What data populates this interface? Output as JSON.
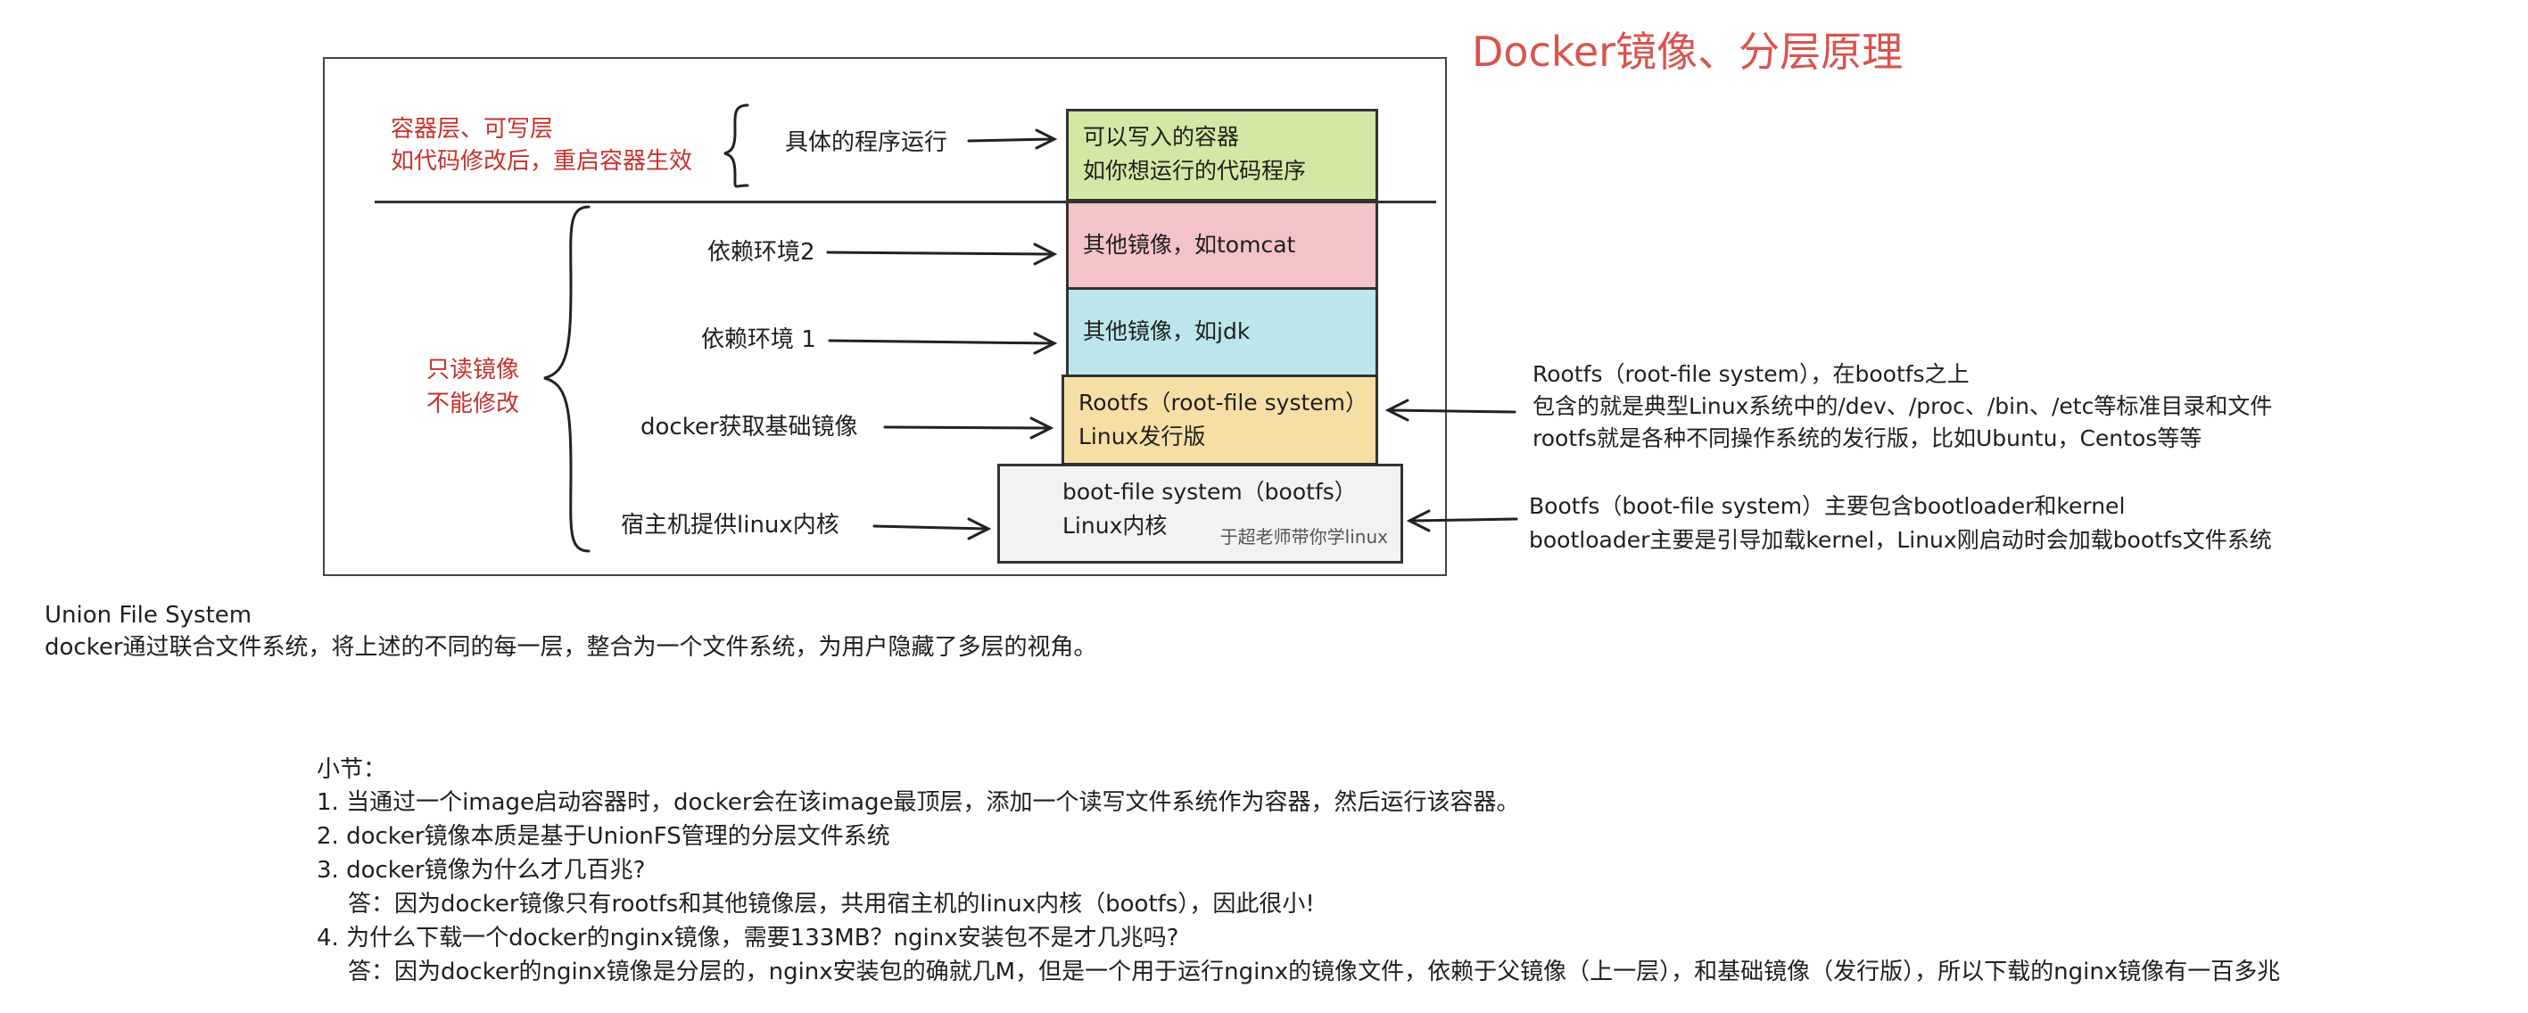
{
  "title": "Docker镜像、分层原理",
  "left_labels": {
    "container_layer_1": "容器层、可写层",
    "container_layer_2": "如代码修改后，重启容器生效",
    "readonly_1": "只读镜像",
    "readonly_2": "不能修改"
  },
  "mid_labels": {
    "run_program": "具体的程序运行",
    "dep2": "依赖环境2",
    "dep1": "依赖环境 1",
    "base_image": "docker获取基础镜像",
    "host_kernel": "宿主机提供linux内核"
  },
  "layers": {
    "writable": {
      "line1": "可以写入的容器",
      "line2": "如你想运行的代码程序",
      "color": "#d3e8a4"
    },
    "tomcat": {
      "line1": "其他镜像，如tomcat",
      "color": "#f3c3c8"
    },
    "jdk": {
      "line1": "其他镜像，如jdk",
      "color": "#bde5ec"
    },
    "rootfs": {
      "line1": "Rootfs（root-file system）",
      "line2": "Linux发行版",
      "color": "#f6dfa5"
    },
    "bootfs": {
      "line1": "boot-file system（bootfs）",
      "line2": "Linux内核",
      "watermark": "于超老师带你学linux",
      "color": "#f2f2f2"
    }
  },
  "right_notes": {
    "rootfs_1": "Rootfs（root-file system），在bootfs之上",
    "rootfs_2": "包含的就是典型Linux系统中的/dev、/proc、/bin、/etc等标准目录和文件",
    "rootfs_3": "rootfs就是各种不同操作系统的发行版，比如Ubuntu，Centos等等",
    "bootfs_1": "Bootfs（boot-file system）主要包含bootloader和kernel",
    "bootfs_2": "bootloader主要是引导加载kernel，Linux刚启动时会加载bootfs文件系统"
  },
  "union": {
    "heading": "Union File System",
    "text": "docker通过联合文件系统，将上述的不同的每一层，整合为一个文件系统，为用户隐藏了多层的视角。"
  },
  "summary": {
    "heading": "小节：",
    "items": [
      "1.  当通过一个image启动容器时，docker会在该image最顶层，添加一个读写文件系统作为容器，然后运行该容器。",
      "2.  docker镜像本质是基于UnionFS管理的分层文件系统",
      "3.  docker镜像为什么才几百兆?",
      "答：因为docker镜像只有rootfs和其他镜像层，共用宿主机的linux内核（bootfs），因此很小!",
      "4.  为什么下载一个docker的nginx镜像，需要133MB？nginx安装包不是才几兆吗?",
      "答：因为docker的nginx镜像是分层的，nginx安装包的确就几M，但是一个用于运行nginx的镜像文件，依赖于父镜像（上一层），和基础镜像（发行版），所以下载的nginx镜像有一百多兆"
    ]
  }
}
